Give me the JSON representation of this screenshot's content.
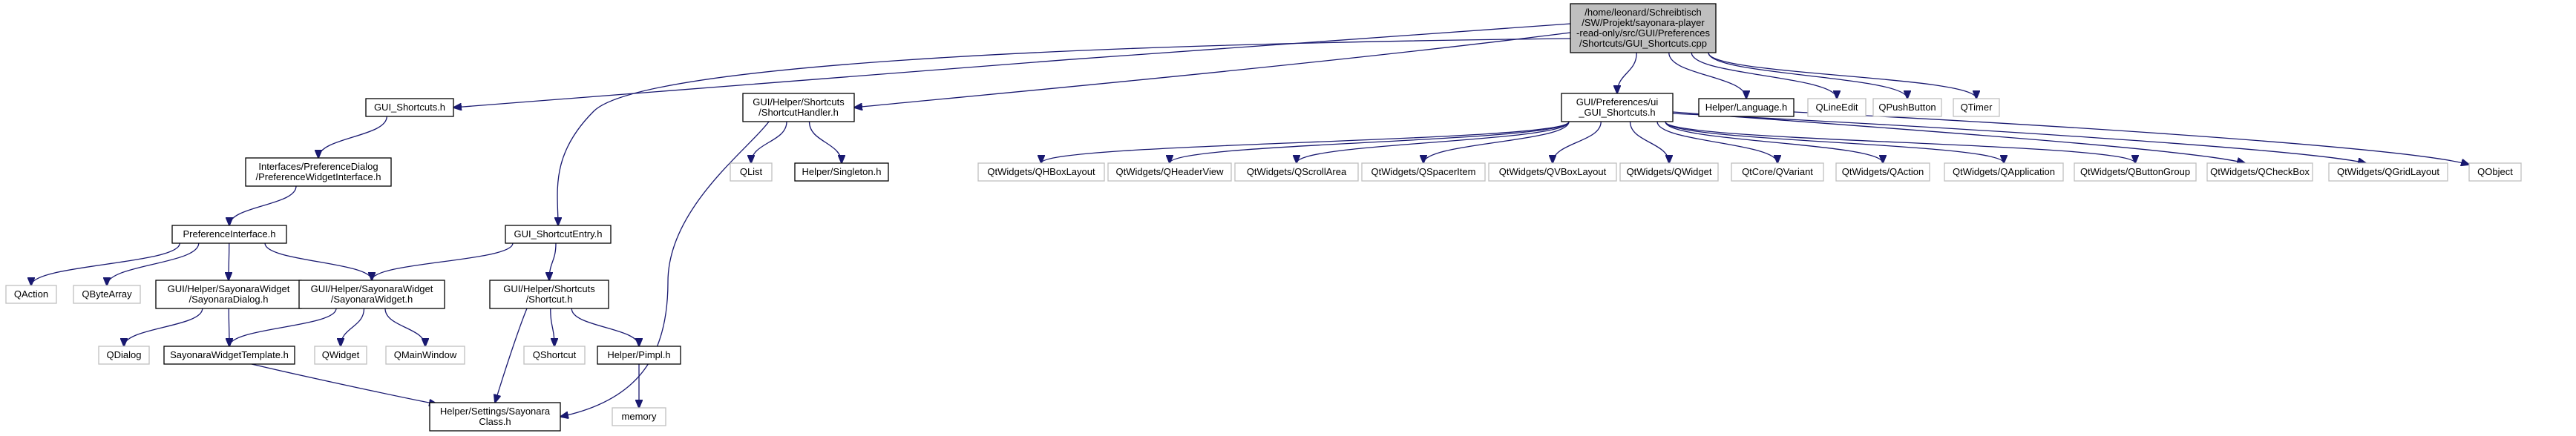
{
  "graph": {
    "colors": {
      "edge": "#191970",
      "root_fill": "#bfbfbf",
      "file_fill": "#ffffff",
      "file_border": "#000000",
      "external_border": "#bfbfbf",
      "text": "#000000"
    },
    "nodes": [
      {
        "id": "root",
        "kind": "root",
        "lines": [
          "/home/leonard/Schreibtisch",
          "/SW/Projekt/sayonara-player",
          "-read-only/src/GUI/Preferences",
          "/Shortcuts/GUI_Shortcuts.cpp"
        ]
      },
      {
        "id": "gui_shortcuts_h",
        "kind": "file",
        "lines": [
          "GUI_Shortcuts.h"
        ]
      },
      {
        "id": "shortcut_handler_h",
        "kind": "file",
        "lines": [
          "GUI/Helper/Shortcuts",
          "/ShortcutHandler.h"
        ]
      },
      {
        "id": "ui_gui_shortcuts_h",
        "kind": "file",
        "lines": [
          "GUI/Preferences/ui",
          "_GUI_Shortcuts.h"
        ]
      },
      {
        "id": "helper_language_h",
        "kind": "file",
        "lines": [
          "Helper/Language.h"
        ]
      },
      {
        "id": "qlineedit",
        "kind": "external",
        "lines": [
          "QLineEdit"
        ]
      },
      {
        "id": "qpushbutton",
        "kind": "external",
        "lines": [
          "QPushButton"
        ]
      },
      {
        "id": "qtimer",
        "kind": "external",
        "lines": [
          "QTimer"
        ]
      },
      {
        "id": "pref_widget_interface_h",
        "kind": "file",
        "lines": [
          "Interfaces/PreferenceDialog",
          "/PreferenceWidgetInterface.h"
        ]
      },
      {
        "id": "qlist",
        "kind": "external",
        "lines": [
          "QList"
        ]
      },
      {
        "id": "helper_singleton_h",
        "kind": "file",
        "lines": [
          "Helper/Singleton.h"
        ]
      },
      {
        "id": "qhboxlayout",
        "kind": "external",
        "lines": [
          "QtWidgets/QHBoxLayout"
        ]
      },
      {
        "id": "qheaderview",
        "kind": "external",
        "lines": [
          "QtWidgets/QHeaderView"
        ]
      },
      {
        "id": "qscrollarea",
        "kind": "external",
        "lines": [
          "QtWidgets/QScrollArea"
        ]
      },
      {
        "id": "qspaceritem",
        "kind": "external",
        "lines": [
          "QtWidgets/QSpacerItem"
        ]
      },
      {
        "id": "qvboxlayout",
        "kind": "external",
        "lines": [
          "QtWidgets/QVBoxLayout"
        ]
      },
      {
        "id": "qwidgets_qwidget",
        "kind": "external",
        "lines": [
          "QtWidgets/QWidget"
        ]
      },
      {
        "id": "qvariant",
        "kind": "external",
        "lines": [
          "QtCore/QVariant"
        ]
      },
      {
        "id": "qaction_w",
        "kind": "external",
        "lines": [
          "QtWidgets/QAction"
        ]
      },
      {
        "id": "qapplication",
        "kind": "external",
        "lines": [
          "QtWidgets/QApplication"
        ]
      },
      {
        "id": "qbuttongroup",
        "kind": "external",
        "lines": [
          "QtWidgets/QButtonGroup"
        ]
      },
      {
        "id": "qcheckbox",
        "kind": "external",
        "lines": [
          "QtWidgets/QCheckBox"
        ]
      },
      {
        "id": "qgridlayout",
        "kind": "external",
        "lines": [
          "QtWidgets/QGridLayout"
        ]
      },
      {
        "id": "qobject",
        "kind": "external",
        "lines": [
          "QObject"
        ]
      },
      {
        "id": "preference_interface_h",
        "kind": "file",
        "lines": [
          "PreferenceInterface.h"
        ]
      },
      {
        "id": "gui_shortcut_entry_h",
        "kind": "file",
        "lines": [
          "GUI_ShortcutEntry.h"
        ]
      },
      {
        "id": "qaction",
        "kind": "external",
        "lines": [
          "QAction"
        ]
      },
      {
        "id": "qbytearray",
        "kind": "external",
        "lines": [
          "QByteArray"
        ]
      },
      {
        "id": "sayonara_dialog_h",
        "kind": "file",
        "lines": [
          "GUI/Helper/SayonaraWidget",
          "/SayonaraDialog.h"
        ]
      },
      {
        "id": "sayonara_widget_h",
        "kind": "file",
        "lines": [
          "GUI/Helper/SayonaraWidget",
          "/SayonaraWidget.h"
        ]
      },
      {
        "id": "shortcut_h",
        "kind": "file",
        "lines": [
          "GUI/Helper/Shortcuts",
          "/Shortcut.h"
        ]
      },
      {
        "id": "qdialog",
        "kind": "external",
        "lines": [
          "QDialog"
        ]
      },
      {
        "id": "sayonara_widget_template_h",
        "kind": "file",
        "lines": [
          "SayonaraWidgetTemplate.h"
        ]
      },
      {
        "id": "qwidget",
        "kind": "external",
        "lines": [
          "QWidget"
        ]
      },
      {
        "id": "qmainwindow",
        "kind": "external",
        "lines": [
          "QMainWindow"
        ]
      },
      {
        "id": "qshortcut",
        "kind": "external",
        "lines": [
          "QShortcut"
        ]
      },
      {
        "id": "helper_pimpl_h",
        "kind": "file",
        "lines": [
          "Helper/Pimpl.h"
        ]
      },
      {
        "id": "sayonara_class_h",
        "kind": "file",
        "lines": [
          "Helper/Settings/Sayonara",
          "Class.h"
        ]
      },
      {
        "id": "memory",
        "kind": "external",
        "lines": [
          "memory"
        ]
      }
    ],
    "edges": [
      [
        "root",
        "gui_shortcuts_h"
      ],
      [
        "root",
        "shortcut_handler_h"
      ],
      [
        "root",
        "gui_shortcut_entry_h"
      ],
      [
        "root",
        "ui_gui_shortcuts_h"
      ],
      [
        "root",
        "helper_language_h"
      ],
      [
        "root",
        "qlineedit"
      ],
      [
        "root",
        "qpushbutton"
      ],
      [
        "root",
        "qtimer"
      ],
      [
        "gui_shortcuts_h",
        "pref_widget_interface_h"
      ],
      [
        "pref_widget_interface_h",
        "preference_interface_h"
      ],
      [
        "preference_interface_h",
        "qaction"
      ],
      [
        "preference_interface_h",
        "qbytearray"
      ],
      [
        "preference_interface_h",
        "sayonara_dialog_h"
      ],
      [
        "preference_interface_h",
        "sayonara_widget_h"
      ],
      [
        "sayonara_dialog_h",
        "qdialog"
      ],
      [
        "sayonara_dialog_h",
        "sayonara_widget_template_h"
      ],
      [
        "sayonara_widget_h",
        "sayonara_widget_template_h"
      ],
      [
        "sayonara_widget_h",
        "qwidget"
      ],
      [
        "sayonara_widget_h",
        "qmainwindow"
      ],
      [
        "sayonara_widget_template_h",
        "sayonara_class_h"
      ],
      [
        "shortcut_handler_h",
        "qlist"
      ],
      [
        "shortcut_handler_h",
        "helper_singleton_h"
      ],
      [
        "shortcut_handler_h",
        "sayonara_class_h"
      ],
      [
        "gui_shortcut_entry_h",
        "sayonara_widget_h"
      ],
      [
        "gui_shortcut_entry_h",
        "shortcut_h"
      ],
      [
        "shortcut_h",
        "sayonara_class_h"
      ],
      [
        "shortcut_h",
        "qshortcut"
      ],
      [
        "shortcut_h",
        "helper_pimpl_h"
      ],
      [
        "helper_pimpl_h",
        "memory"
      ],
      [
        "ui_gui_shortcuts_h",
        "qhboxlayout"
      ],
      [
        "ui_gui_shortcuts_h",
        "qheaderview"
      ],
      [
        "ui_gui_shortcuts_h",
        "qscrollarea"
      ],
      [
        "ui_gui_shortcuts_h",
        "qspaceritem"
      ],
      [
        "ui_gui_shortcuts_h",
        "qvboxlayout"
      ],
      [
        "ui_gui_shortcuts_h",
        "qwidgets_qwidget"
      ],
      [
        "ui_gui_shortcuts_h",
        "qvariant"
      ],
      [
        "ui_gui_shortcuts_h",
        "qaction_w"
      ],
      [
        "ui_gui_shortcuts_h",
        "qapplication"
      ],
      [
        "ui_gui_shortcuts_h",
        "qbuttongroup"
      ],
      [
        "ui_gui_shortcuts_h",
        "qcheckbox"
      ],
      [
        "ui_gui_shortcuts_h",
        "qgridlayout"
      ],
      [
        "helper_language_h",
        "qobject"
      ]
    ]
  }
}
